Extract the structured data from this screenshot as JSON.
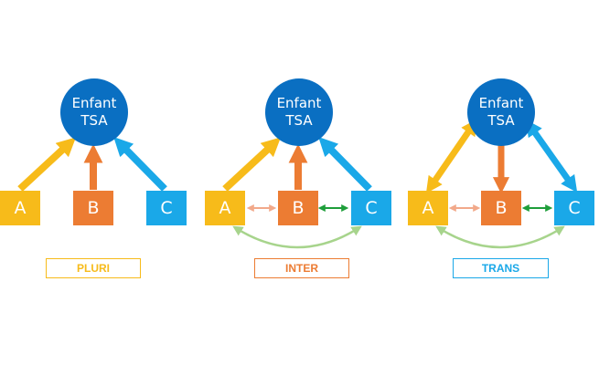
{
  "colors": {
    "center_circle": "#0a6fc2",
    "a": "#f7bb1a",
    "b": "#ec7c33",
    "c": "#1aa8e8",
    "peer_ab": "#f2a98a",
    "peer_bc": "#1e9e3a",
    "peer_ac": "#a7d48c"
  },
  "panels": [
    {
      "center_line1": "Enfant",
      "center_line2": "TSA",
      "a": "A",
      "b": "B",
      "c": "C",
      "label": "PLURI",
      "label_color": "#f7bb1a"
    },
    {
      "center_line1": "Enfant",
      "center_line2": "TSA",
      "a": "A",
      "b": "B",
      "c": "C",
      "label": "INTER",
      "label_color": "#ec7c33"
    },
    {
      "center_line1": "Enfant",
      "center_line2": "TSA",
      "a": "A",
      "b": "B",
      "c": "C",
      "label": "TRANS",
      "label_color": "#1aa8e8"
    }
  ]
}
